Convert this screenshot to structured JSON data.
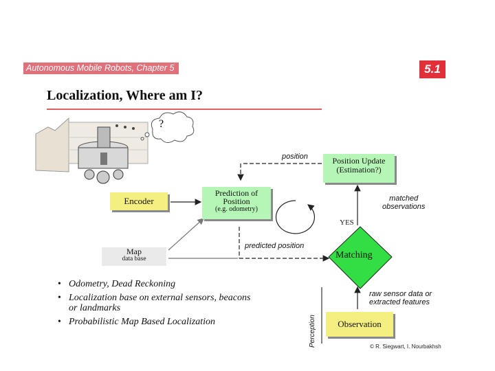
{
  "header": {
    "course": "Autonomous Mobile Robots, Chapter 5",
    "slide_number": "5.1"
  },
  "title": "Localization, Where am I?",
  "diagram": {
    "question_mark": "?",
    "encoder": "Encoder",
    "prediction_line1": "Prediction of",
    "prediction_line2": "Position",
    "prediction_line3": "(e.g. odometry)",
    "position_update_line1": "Position Update",
    "position_update_line2": "(Estimation?)",
    "map_line1": "Map",
    "map_line2": "data base",
    "matching": "Matching",
    "observation": "Observation",
    "label_position": "position",
    "label_matched_line1": "matched",
    "label_matched_line2": "observations",
    "label_yes": "YES",
    "label_predicted_position": "predicted position",
    "label_raw_line1": "raw sensor data or",
    "label_raw_line2": "extracted features",
    "label_perception": "Perception"
  },
  "bullets": [
    "Odometry, Dead Reckoning",
    "Localization base on external sensors, beacons or landmarks",
    "Probabilistic Map Based Localization"
  ],
  "credit": "© R. Siegwart, I. Nourbakhsh",
  "colors": {
    "header": "#e0707a",
    "badge": "#e0303a",
    "yellow_box": "#f5ef82",
    "green_box": "#b5f5b5"
  }
}
